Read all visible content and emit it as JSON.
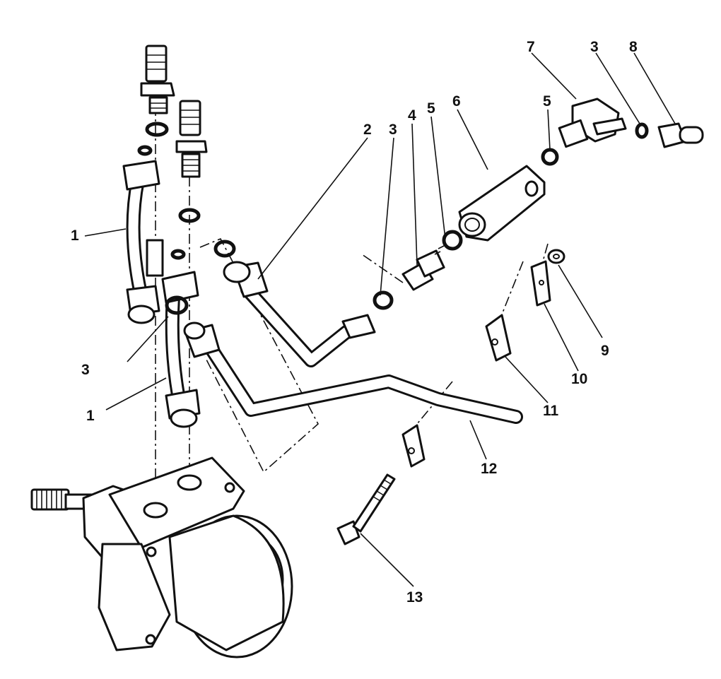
{
  "diagram": {
    "callouts": {
      "c1a": "1",
      "c1b": "1",
      "c2": "2",
      "c3a": "3",
      "c3b": "3",
      "c3c": "3",
      "c4": "4",
      "c5a": "5",
      "c5b": "5",
      "c6": "6",
      "c7": "7",
      "c8": "8",
      "c9": "9",
      "c10": "10",
      "c11": "11",
      "c12": "12",
      "c13": "13"
    }
  }
}
